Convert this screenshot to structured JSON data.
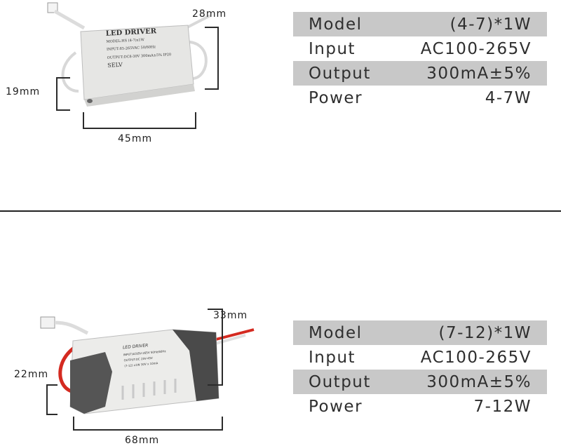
{
  "product1": {
    "dimensions": {
      "depth": "28mm",
      "height": "19mm",
      "width": "45mm"
    },
    "label": {
      "title": "LED DRIVER",
      "model_line": "MODEL:HS (4-7)x1W",
      "input_line": "INPUT:85-265VAC 50/60Hz",
      "output_line": "OUTPUT:DC8-30V 300mA±5%  IP20",
      "selv": "SELV"
    },
    "specs": [
      {
        "label": "Model",
        "value": "(4-7)*1W"
      },
      {
        "label": "Input",
        "value": "AC100-265V"
      },
      {
        "label": "Output",
        "value": "300mA±5%"
      },
      {
        "label": "Power",
        "value": "4-7W"
      }
    ]
  },
  "product2": {
    "dimensions": {
      "depth": "33mm",
      "height": "22mm",
      "width": "68mm"
    },
    "label": {
      "title": "LED DRIVER",
      "input_line": "INPUT:AC85V-265V 50Hz/60Hz",
      "output_line": "OUTPUT:DC 25V-45V",
      "model_line": "(7-12) x1W 30V x 10mA"
    },
    "specs": [
      {
        "label": "Model",
        "value": "(7-12)*1W"
      },
      {
        "label": "Input",
        "value": "AC100-265V"
      },
      {
        "label": "Output",
        "value": "300mA±5%"
      },
      {
        "label": "Power",
        "value": "7-12W"
      }
    ]
  },
  "colors": {
    "table_shade": "#c8c8c8",
    "driver_body": "#e8e8e6",
    "driver_dark": "#4a4a4a",
    "wire_red": "#d42a20"
  }
}
